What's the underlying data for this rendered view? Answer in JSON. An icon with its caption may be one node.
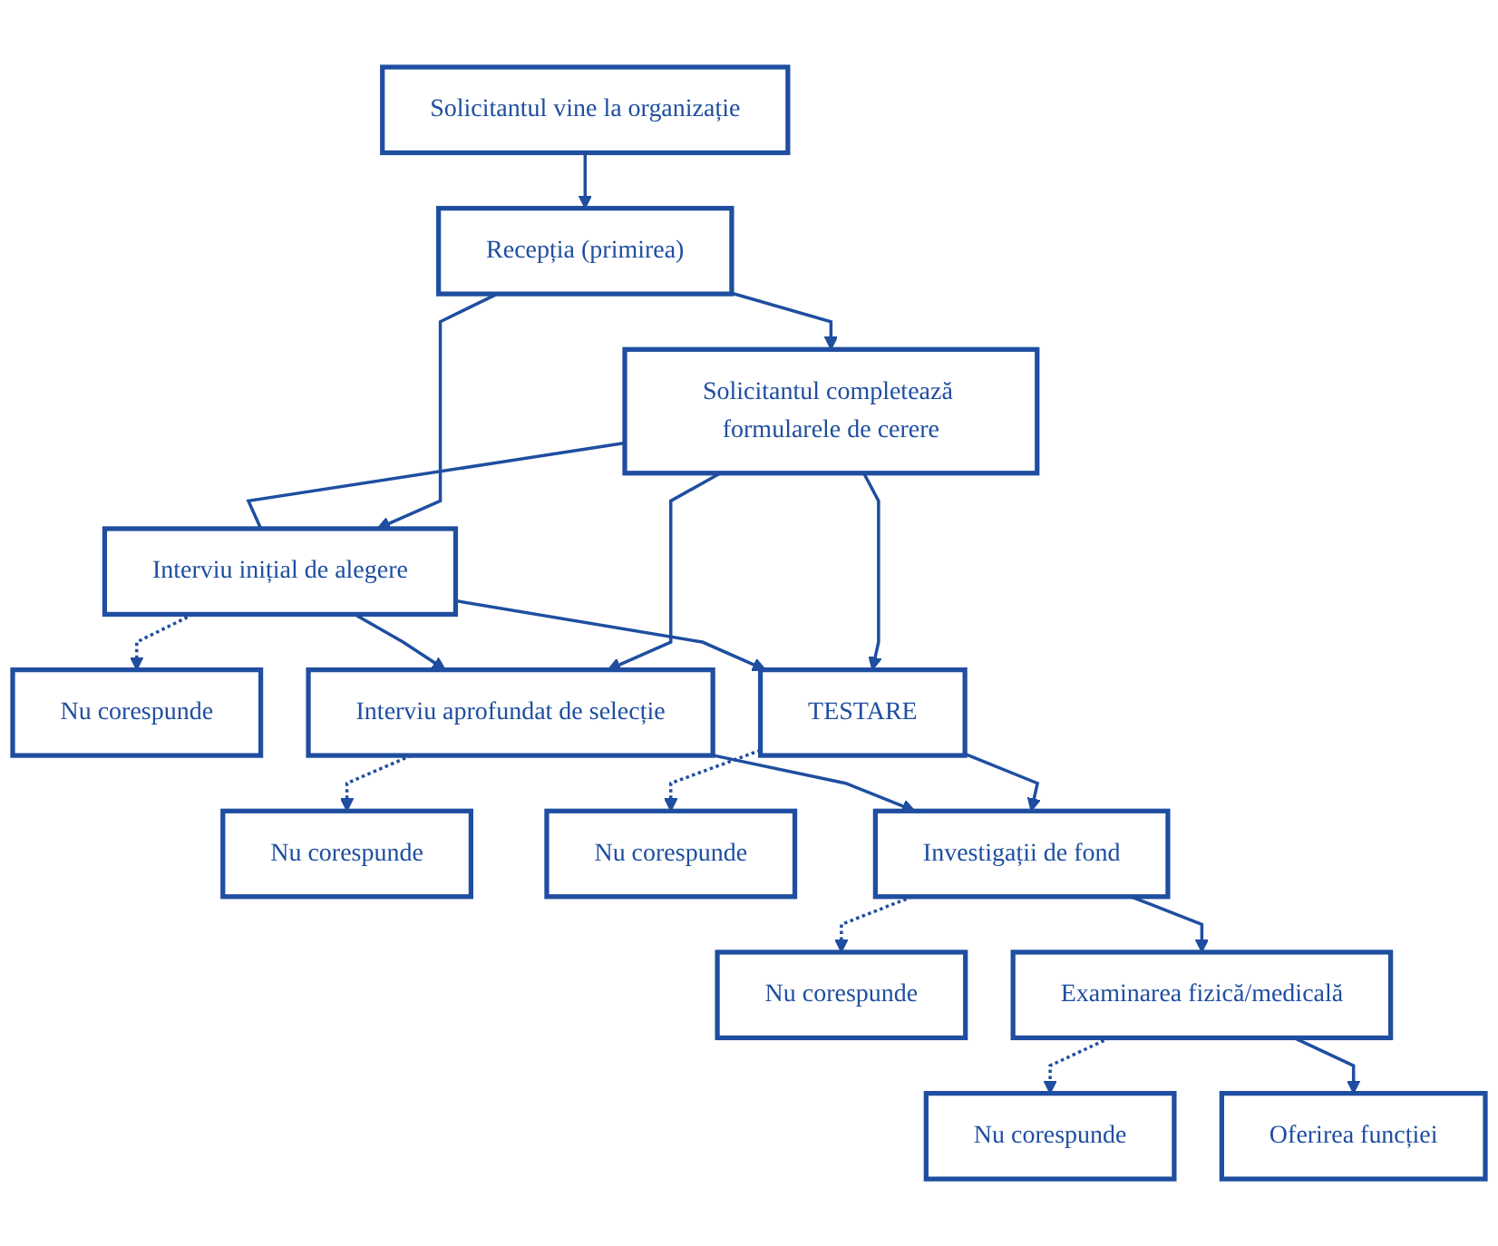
{
  "diagram": {
    "nodes": [
      {
        "text": [
          "Solicitantul vine la organizație"
        ]
      },
      {
        "text": [
          "Recepția (primirea)"
        ]
      },
      {
        "text": [
          "Solicitantul completează formularele de cerere"
        ]
      },
      {
        "text": [
          "Interviu inițial de alegere"
        ]
      },
      {
        "text": [
          "Nu corespunde"
        ]
      },
      {
        "text": [
          "TESTARE"
        ]
      },
      {
        "text": [
          "Interviu aprofundat de selecție"
        ]
      },
      {
        "text": [
          "Nu corespunde"
        ]
      },
      {
        "text": [
          "Nu corespunde"
        ]
      },
      {
        "text": [
          "Investigații de fond"
        ]
      },
      {
        "text": [
          "Nu corespunde"
        ]
      },
      {
        "text": [
          "Examinarea fizică/medicală"
        ]
      },
      {
        "text": [
          "Nu corespunde"
        ]
      },
      {
        "text": [
          "Oferirea funcției"
        ]
      }
    ],
    "edges": [
      {
        "from": 0,
        "to": 1,
        "arrow": "to"
      },
      {
        "from": 1,
        "to": 2,
        "arrow": "to"
      },
      {
        "from": 1,
        "to": 3,
        "arrow": "to"
      },
      {
        "from": 2,
        "to": 3,
        "arrow": "none"
      },
      {
        "from": 3,
        "to": 4,
        "arrow": "to",
        "style": "dashed"
      },
      {
        "from": 2,
        "to": 5,
        "arrow": "to"
      },
      {
        "from": 2,
        "to": 6,
        "arrow": "to"
      },
      {
        "from": 3,
        "to": 5,
        "arrow": "to"
      },
      {
        "from": 3,
        "to": 6,
        "arrow": "to"
      },
      {
        "from": 6,
        "to": 7,
        "arrow": "to",
        "style": "dashed"
      },
      {
        "from": 5,
        "to": 8,
        "arrow": "to",
        "style": "dashed"
      },
      {
        "from": 5,
        "to": 9,
        "arrow": "to"
      },
      {
        "from": 6,
        "to": 9,
        "arrow": "to"
      },
      {
        "from": 9,
        "to": 10,
        "arrow": "to",
        "style": "dashed"
      },
      {
        "from": 9,
        "to": 11,
        "arrow": "to"
      },
      {
        "from": 11,
        "to": 12,
        "arrow": "to",
        "style": "dashed"
      },
      {
        "from": 11,
        "to": 13,
        "arrow": "to"
      }
    ]
  }
}
